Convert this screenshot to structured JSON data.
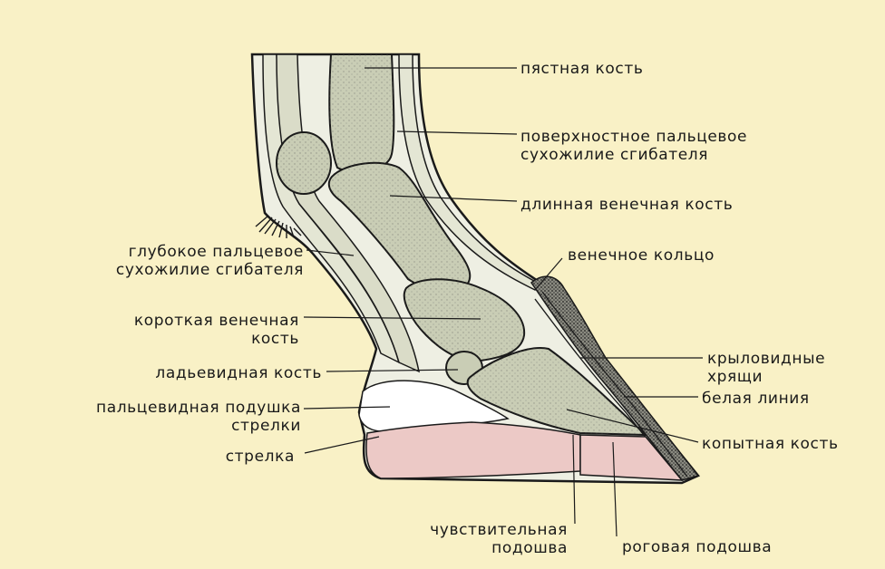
{
  "labels": {
    "metacarpal": "пястная кость",
    "superficial_tendon_1": "поверхностное пальцевое",
    "superficial_tendon_2": "сухожилие сгибателя",
    "long_pastern": "длинная венечная кость",
    "deep_tendon_1": "глубокое пальцевое",
    "deep_tendon_2": "сухожилие сгибателя",
    "coronary_band": "венечное кольцо",
    "short_pastern_1": "короткая венечная",
    "short_pastern_2": "кость",
    "lateral_cartilages_1": "крыловидные",
    "lateral_cartilages_2": "хрящи",
    "navicular": "ладьевидная кость",
    "white_line": "белая линия",
    "digital_cushion_1": "пальцевидная подушка",
    "digital_cushion_2": "стрелки",
    "coffin_bone": "копытная кость",
    "frog": "стрелка",
    "sensitive_sole_1": "чувствительная",
    "sensitive_sole_2": "подошва",
    "horny_sole": "роговая подошва"
  },
  "colors": {
    "background": "#f9f1c6",
    "bone": "#c9cdb5",
    "tendon": "#e4e6d4",
    "cushion": "#ffffff",
    "frog": "#ecc9c6",
    "hoof_wall": "#4a4a42",
    "outline": "#1a1a1a"
  }
}
